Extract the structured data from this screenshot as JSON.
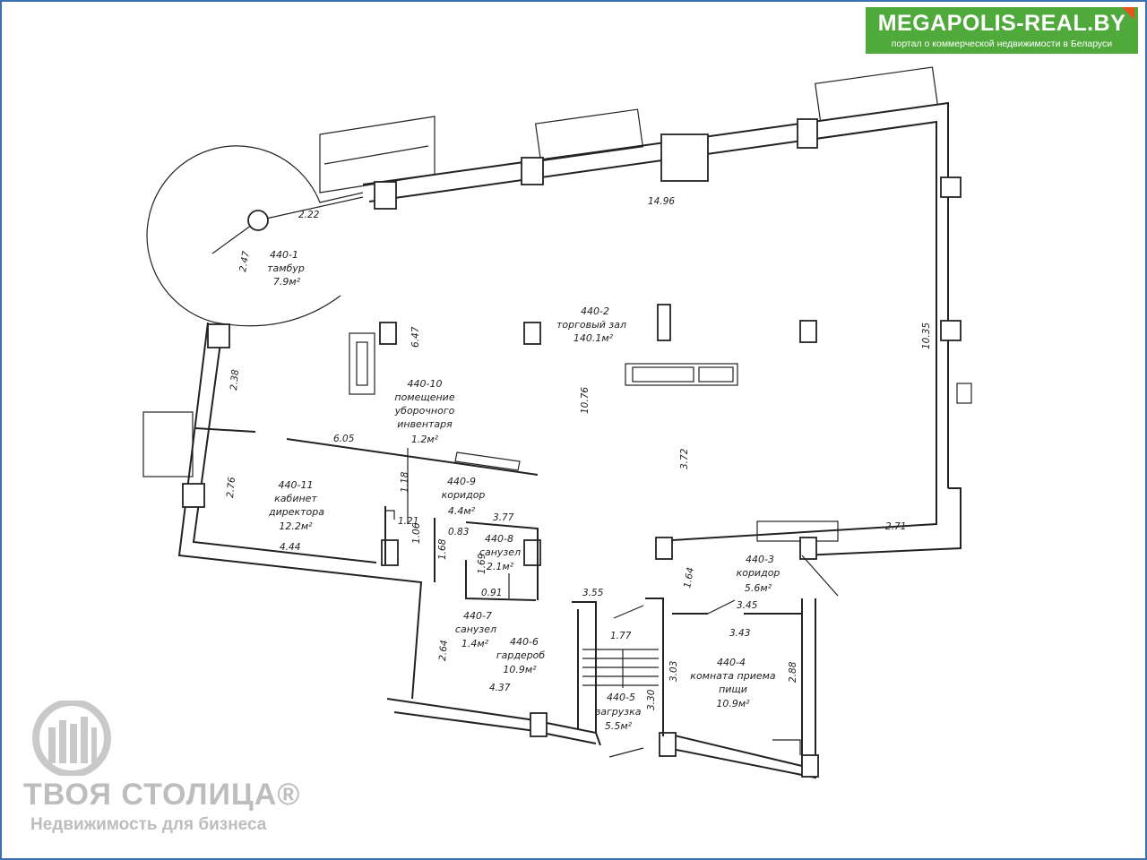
{
  "brand": {
    "site": "MEGAPOLIS-REAL.BY",
    "tagline": "портал о коммерческой недвижимости в Беларуси",
    "green": "#4fa93b",
    "accent": "#e8541e"
  },
  "watermark": {
    "icon": "building-logo-icon",
    "name": "ТВОЯ СТОЛИЦА®",
    "tagline": "Недвижимость для бизнеса"
  },
  "rooms": {
    "r1": {
      "num": "440-1",
      "name": "тамбур",
      "area": "7.9м²"
    },
    "r2": {
      "num": "440-2",
      "name": "торговый зал",
      "area": "140.1м²"
    },
    "r3": {
      "num": "440-3",
      "name": "коридор",
      "area": "5.6м²"
    },
    "r4": {
      "num": "440-4",
      "name1": "комната приема",
      "name2": "пищи",
      "area": "10.9м²"
    },
    "r5": {
      "num": "440-5",
      "name": "загрузка",
      "area": "5.5м²"
    },
    "r6": {
      "num": "440-6",
      "name": "гардероб",
      "area": "10.9м²"
    },
    "r7": {
      "num": "440-7",
      "name": "санузел",
      "area": "1.4м²"
    },
    "r8": {
      "num": "440-8",
      "name": "санузел",
      "area": "2.1м²"
    },
    "r9": {
      "num": "440-9",
      "name": "коридор",
      "area": "4.4м²"
    },
    "r10": {
      "num": "440-10",
      "name1": "помещение",
      "name2": "уборочного",
      "name3": "инвентаря",
      "area": "1.2м²"
    },
    "r11": {
      "num": "440-11",
      "name1": "кабинет",
      "name2": "директора",
      "area": "12.2м²"
    }
  },
  "dims": {
    "d_2_22": "2.22",
    "d_2_47": "2.47",
    "d_14_96": "14.96",
    "d_6_47": "6.47",
    "d_10_35": "10.35",
    "d_2_38": "2.38",
    "d_10_76": "10.76",
    "d_3_72": "3.72",
    "d_6_05": "6.05",
    "d_2_76": "2.76",
    "d_1_18": "1.18",
    "d_1_21": "1.21",
    "d_1_06": "1.06",
    "d_3_77": "3.77",
    "d_0_83": "0.83",
    "d_1_68": "1.68",
    "d_1_69": "1.69",
    "d_0_91": "0.91",
    "d_4_44": "4.44",
    "d_2_71": "2.71",
    "d_1_64": "1.64",
    "d_3_55": "3.55",
    "d_1_77": "1.77",
    "d_3_45": "3.45",
    "d_3_43": "3.43",
    "d_2_64": "2.64",
    "d_4_37": "4.37",
    "d_3_03": "3.03",
    "d_3_30": "3.30",
    "d_2_88": "2.88"
  }
}
